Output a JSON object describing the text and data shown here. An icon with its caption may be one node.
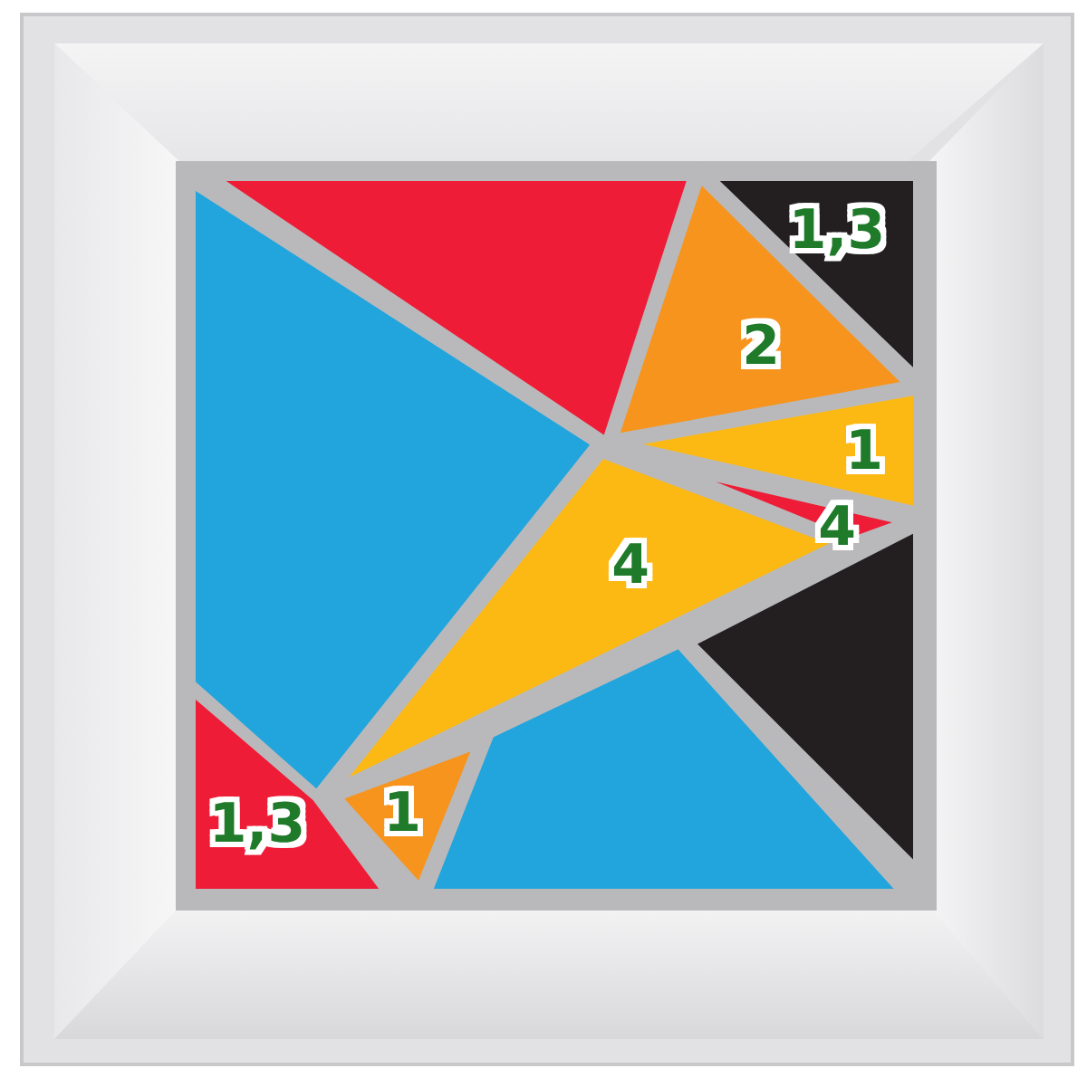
{
  "diagram": {
    "labels": [
      "1,3",
      "2",
      "1",
      "4",
      "4",
      "1",
      "1,3"
    ]
  }
}
